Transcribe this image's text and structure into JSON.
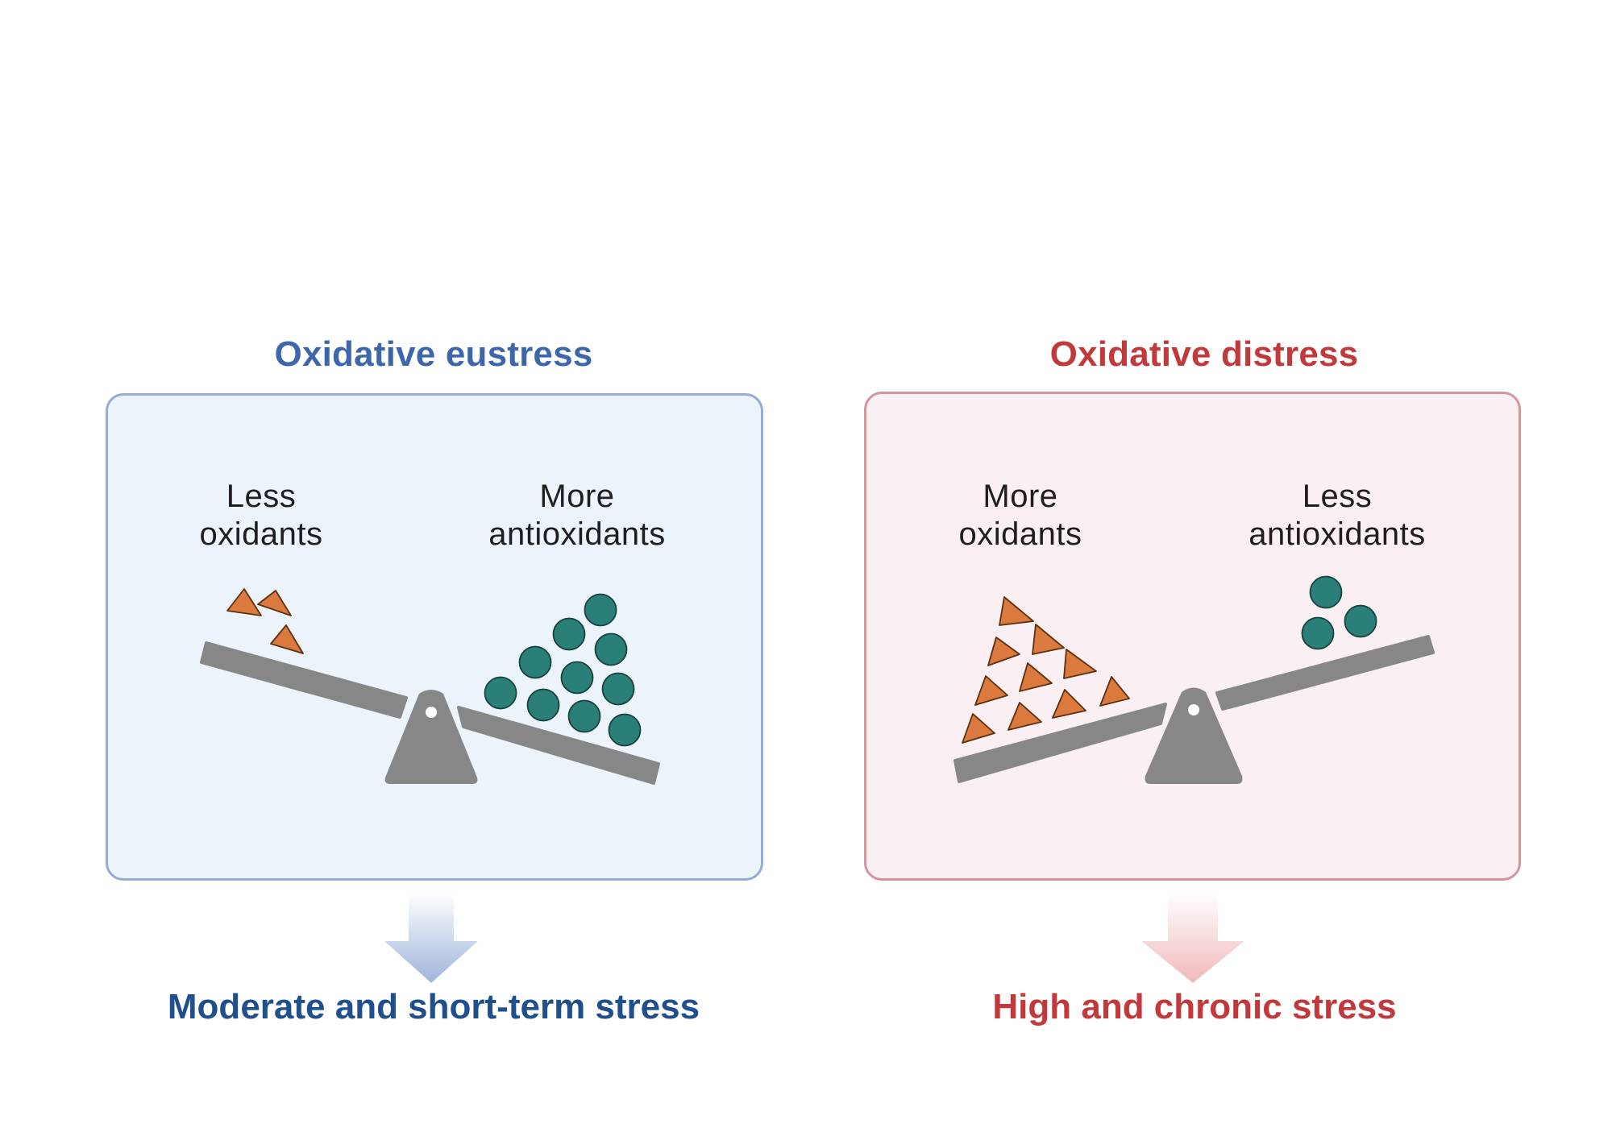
{
  "colors": {
    "eustress_blue": "#3d66ac",
    "eustress_bottom_blue": "#1f4f8c",
    "distress_red": "#c1393b",
    "eustress_panel_fill": "#edf3fb",
    "eustress_panel_border": "#94acd6",
    "distress_panel_fill": "#faeff2",
    "distress_panel_border": "#d594a2",
    "seesaw_gray": "#878787",
    "oxidant_orange": "#db7a3e",
    "antioxidant_teal": "#2a7f78"
  },
  "panels": [
    {
      "title": "Oxidative eustress",
      "left_label": "Less\noxidants",
      "right_label": "More\nantioxidants",
      "outcome": "Moderate and short-term stress"
    },
    {
      "title": "Oxidative distress",
      "left_label": "More\noxidants",
      "right_label": "Less\nantioxidants",
      "outcome": "High and chronic stress"
    }
  ],
  "icons": {
    "oxidant": "orange-triangle-icon",
    "antioxidant": "teal-circle-icon",
    "balance": "seesaw-icon",
    "arrow": "down-arrow-icon"
  }
}
